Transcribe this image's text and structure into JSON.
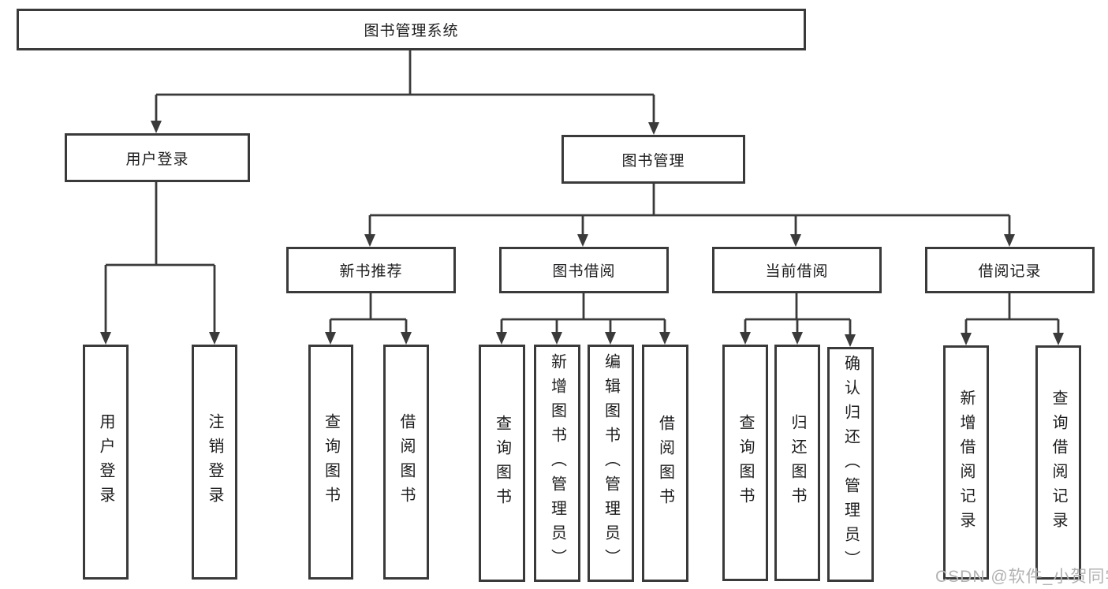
{
  "diagram": {
    "root": {
      "label": "图书管理系统"
    },
    "branches": [
      {
        "label": "用户登录",
        "children": [
          {
            "label": "用户登录"
          },
          {
            "label": "注销登录"
          }
        ]
      },
      {
        "label": "图书管理",
        "children": [
          {
            "label": "新书推荐",
            "children": [
              {
                "label": "查询图书"
              },
              {
                "label": "借阅图书"
              }
            ]
          },
          {
            "label": "图书借阅",
            "children": [
              {
                "label": "查询图书"
              },
              {
                "label": "新增图书（管理员）"
              },
              {
                "label": "编辑图书（管理员）"
              },
              {
                "label": "借阅图书"
              }
            ]
          },
          {
            "label": "当前借阅",
            "children": [
              {
                "label": "查询图书"
              },
              {
                "label": "归还图书"
              },
              {
                "label": "确认归还（管理员）"
              }
            ]
          },
          {
            "label": "借阅记录",
            "children": [
              {
                "label": "新增借阅记录"
              },
              {
                "label": "查询借阅记录"
              }
            ]
          }
        ]
      }
    ]
  },
  "watermark": {
    "text": "CSDN @软件_小贺同学"
  },
  "colors": {
    "line": "#3a3a3a",
    "text": "#1d1d1f",
    "background": "#ffffff",
    "watermark": "#b2b2b2"
  }
}
